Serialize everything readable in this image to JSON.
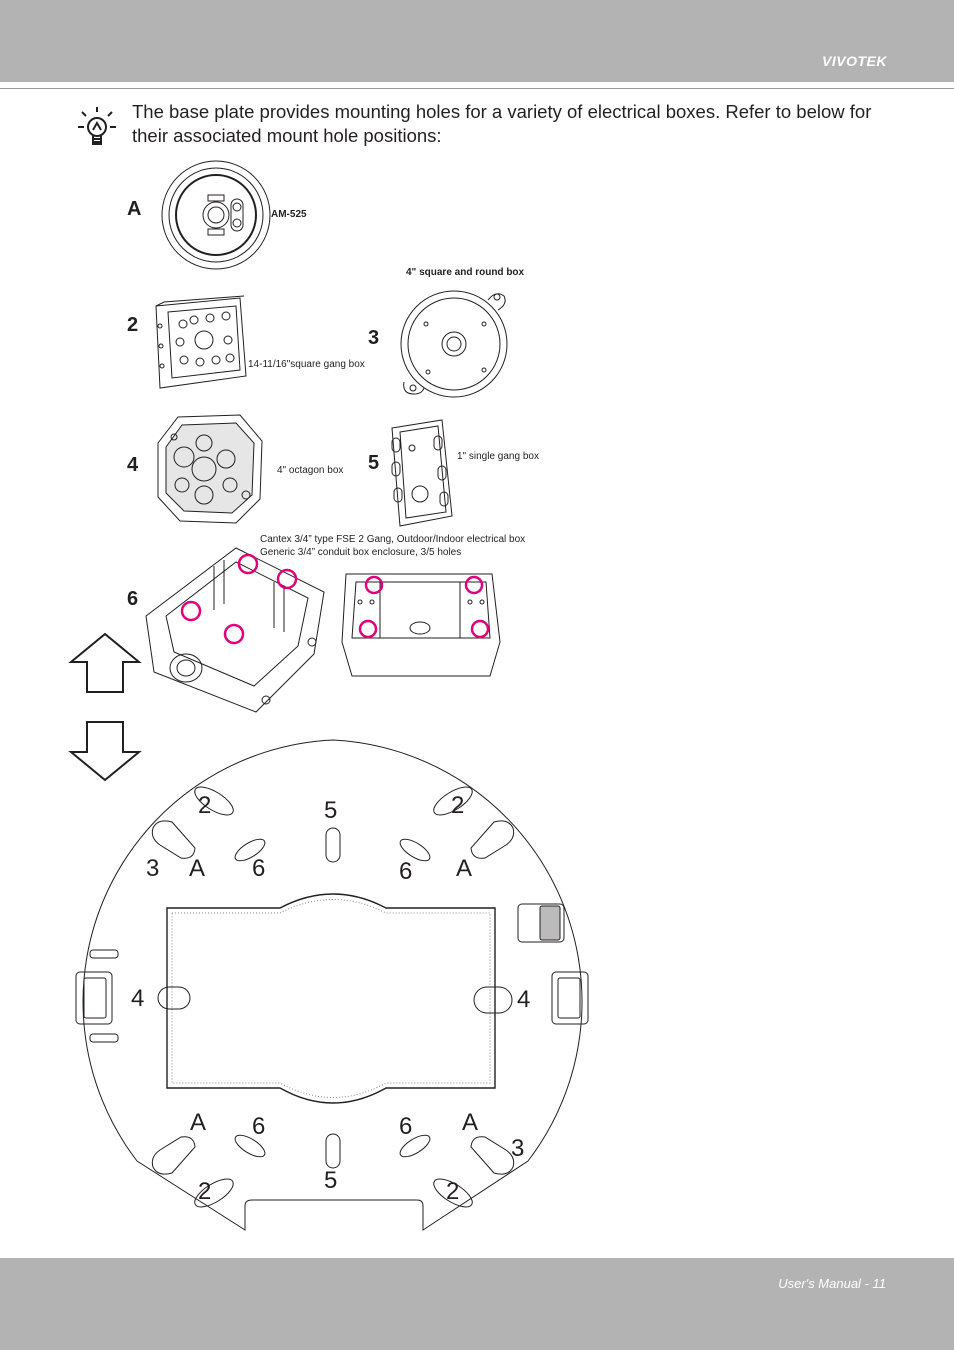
{
  "header": {
    "brand": "VIVOTEK"
  },
  "note": {
    "text": "The base plate provides mounting holes for a variety of electrical boxes. Refer to below for their associated mount hole positions:"
  },
  "boxes": {
    "a": {
      "label": "A",
      "caption": "AM-525"
    },
    "b2": {
      "label": "2",
      "caption": "14-11/16\"square gang box"
    },
    "b3": {
      "label": "3",
      "caption": "4\" square and round box"
    },
    "b4": {
      "label": "4",
      "caption": "4\" octagon box"
    },
    "b5": {
      "label": "5",
      "caption": "1\" single gang box"
    },
    "b6": {
      "label": "6",
      "caption_line1": "Cantex 3/4” type FSE 2 Gang, Outdoor/Indoor electrical box",
      "caption_line2": "Generic 3/4” conduit box enclosure, 3/5 holes"
    }
  },
  "plate_labels": {
    "tl2": "2",
    "top5": "5",
    "tr2": "2",
    "l3": "3",
    "lA": "A",
    "l6": "6",
    "r6": "6",
    "rA": "A",
    "l4": "4",
    "r4": "4",
    "blA": "A",
    "bl6": "6",
    "br6": "6",
    "brA": "A",
    "r3": "3",
    "bl2": "2",
    "bot5": "5",
    "br2": "2"
  },
  "colors": {
    "band": "#b3b3b3",
    "highlight": "#e0007a",
    "ink": "#231f20"
  },
  "icons": {
    "tip": "lightbulb-icon",
    "up": "arrow-up-icon",
    "down": "arrow-down-icon"
  },
  "footer": {
    "page": "User's Manual - 11"
  }
}
